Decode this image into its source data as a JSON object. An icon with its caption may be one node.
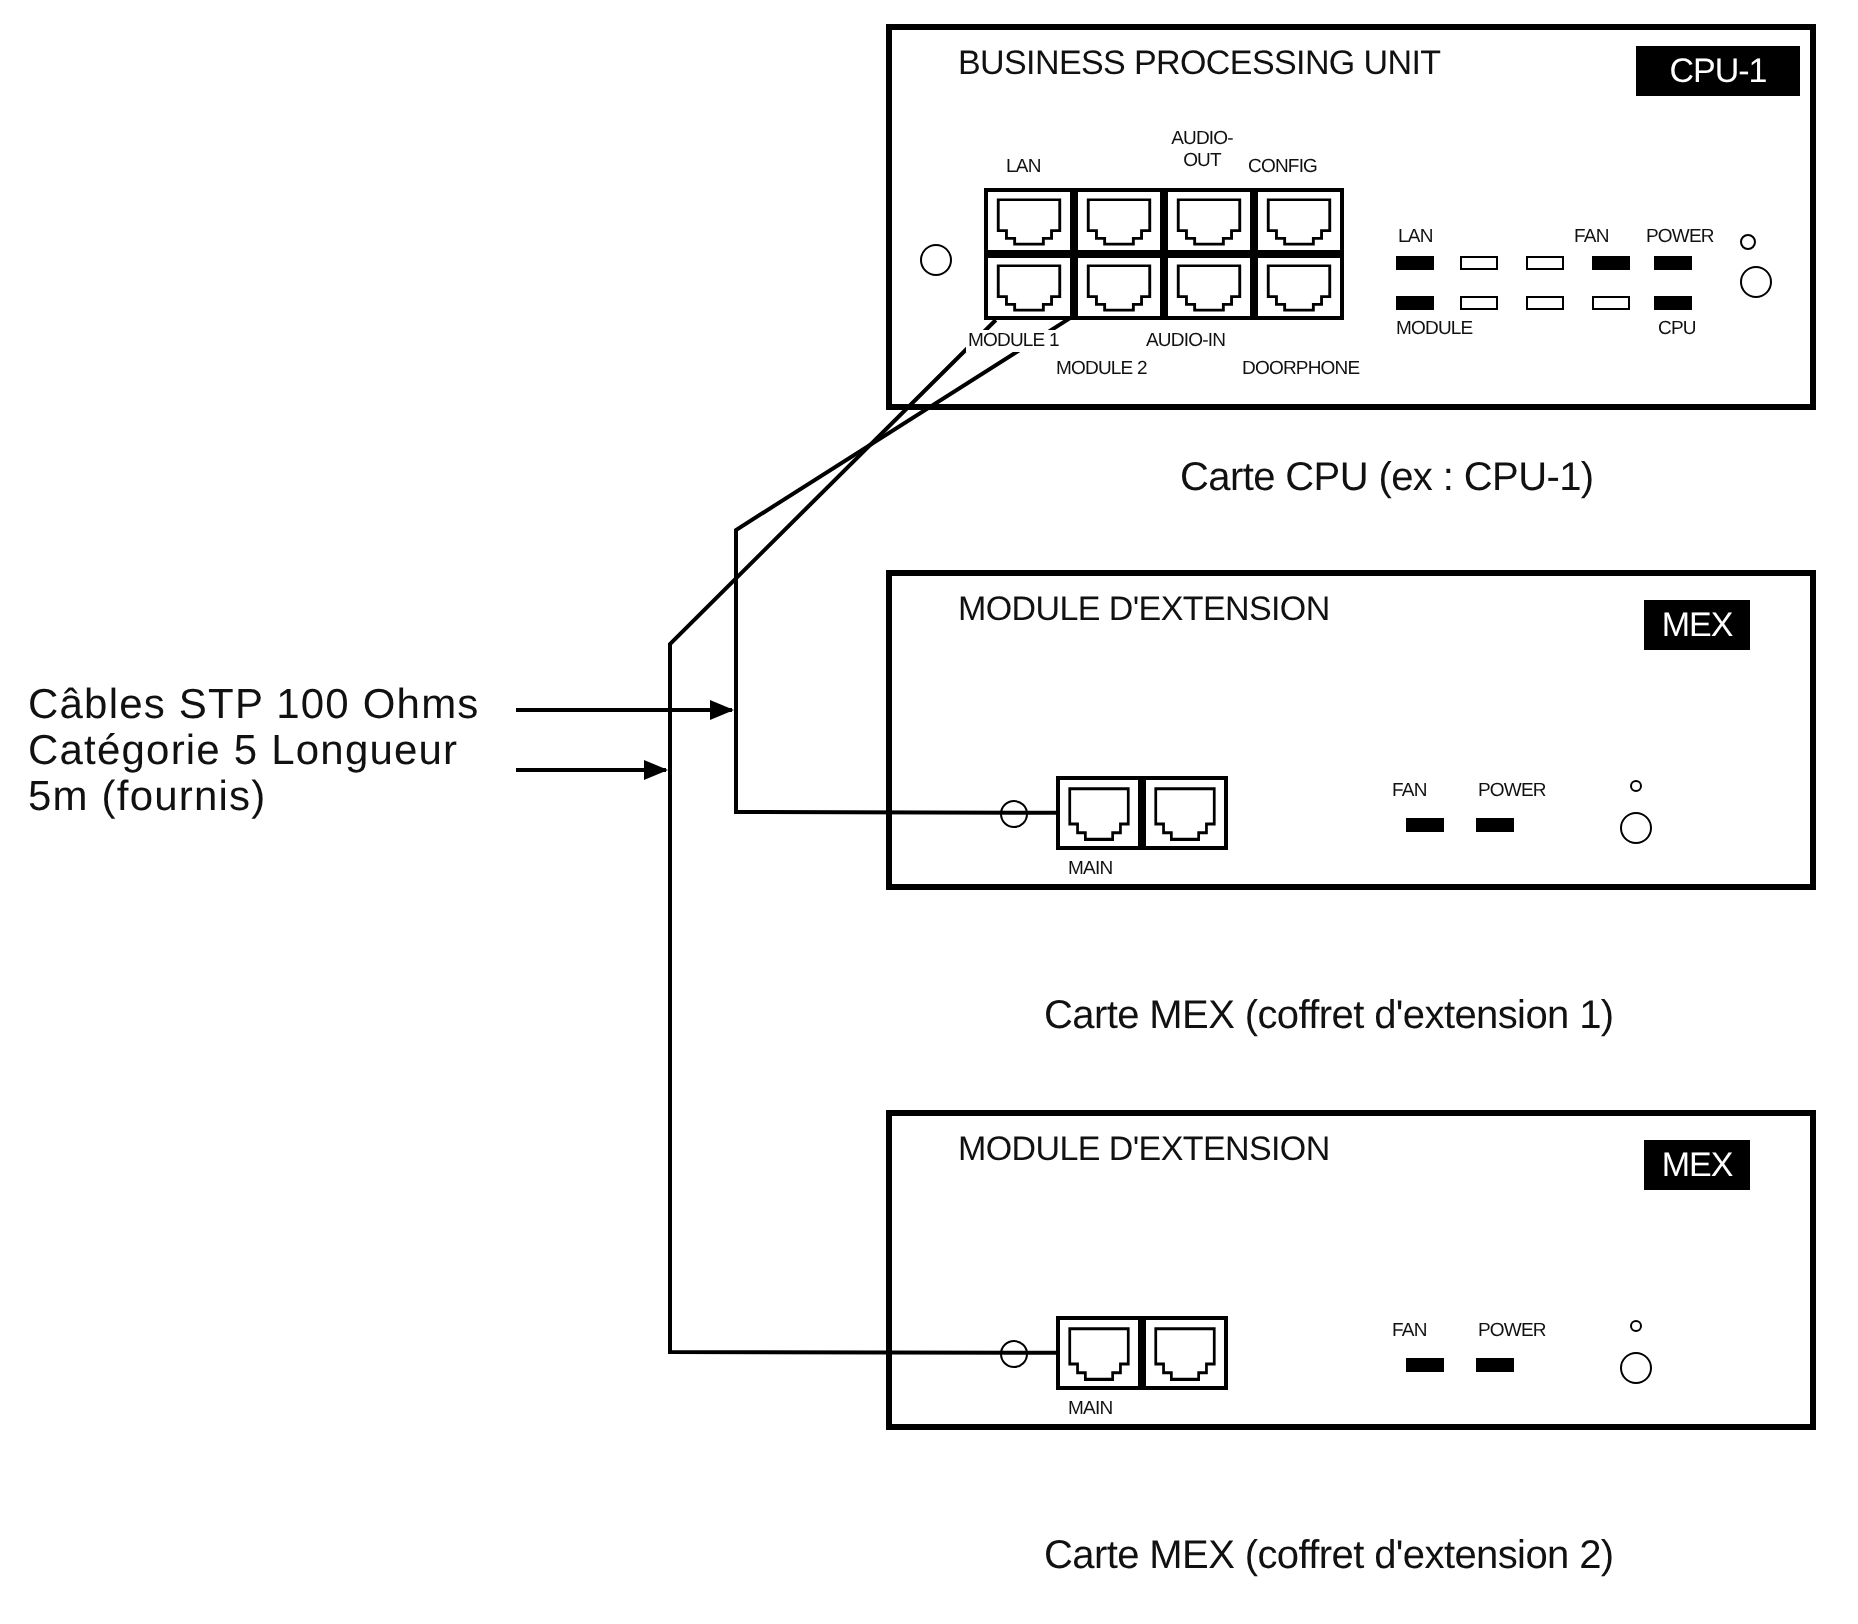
{
  "diagram": {
    "nodes": [
      {
        "text": [
          "BUSINESS PROCESSING UNIT"
        ],
        "beside": [
          "Carte CPU (ex : CPU-1)"
        ]
      },
      {
        "text": [
          "CPU-1"
        ],
        "in": 0
      },
      {
        "text": [],
        "shape": "box",
        "in": 0,
        "beside": [
          "MODULE 1"
        ]
      },
      {
        "text": [],
        "shape": "box",
        "in": 0,
        "beside": [
          "MODULE 2"
        ]
      },
      {
        "text": [
          "MODULE D'EXTENSION"
        ],
        "beside": [
          "Carte MEX (coffret d'extension 1)"
        ]
      },
      {
        "text": [
          "MEX"
        ],
        "in": 4
      },
      {
        "text": [],
        "shape": "box",
        "in": 4,
        "beside": [
          "MAIN"
        ]
      },
      {
        "text": [
          "MODULE D'EXTENSION"
        ],
        "beside": [
          "Carte MEX (coffret d'extension 2)"
        ]
      },
      {
        "text": [
          "MEX"
        ],
        "in": 7
      },
      {
        "text": [],
        "shape": "box",
        "in": 7,
        "beside": [
          "MAIN"
        ]
      },
      {
        "text": [
          "Câbles STP 100 Ohms Catégorie 5 Longueur 5m (fournis)"
        ]
      },
      {
        "text": [],
        "shape": "box",
        "in": 0
      },
      {
        "text": [],
        "shape": "box",
        "in": 0
      },
      {
        "text": [],
        "shape": "box",
        "in": 0
      },
      {
        "text": [],
        "shape": "box",
        "in": 0
      },
      {
        "text": [],
        "shape": "box",
        "in": 0
      },
      {
        "text": [],
        "shape": "box",
        "in": 0
      },
      {
        "text": [],
        "shape": "box",
        "in": 4
      },
      {
        "text": [],
        "shape": "box",
        "in": 7
      }
    ],
    "edges": [
      {
        "from": 2,
        "to": 9,
        "arrow": "none"
      },
      {
        "from": 3,
        "to": 6,
        "arrow": "none"
      },
      {
        "from": 10,
        "to": null,
        "arrow": "to"
      },
      {
        "from": 10,
        "to": null,
        "arrow": "to"
      }
    ],
    "labels": [
      "AUDIO-OUT",
      "LAN",
      "CONFIG",
      "LAN",
      "FAN",
      "POWER",
      "AUDIO-IN",
      "DOORPHONE",
      "MODULE",
      "CPU",
      "FAN",
      "POWER",
      "FAN",
      "POWER"
    ]
  }
}
